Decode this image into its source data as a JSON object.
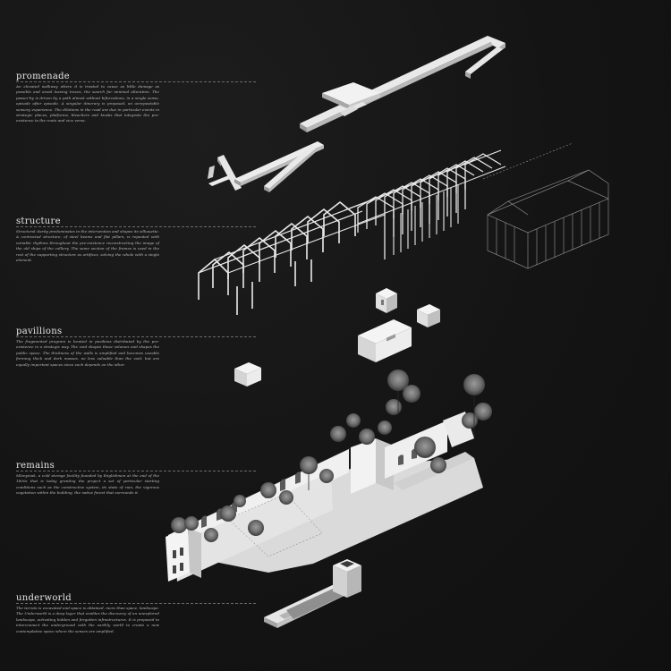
{
  "sections": [
    {
      "id": "promenade",
      "title": "promenade",
      "text": "An elevated walkway where it is treated to cause as little damage as possible and avoid leaving traces, the search for minimal alteration. The passer-by is driven by a path almost without bifurcations, in a single sense, episode after episode. A singular itinerary is proposed, an unrepeatable sensory experience. The dilations in the road are due in particular events in strategic places, platforms, bleachers and kiosks that integrate the pre-existence to the route and vice versa."
    },
    {
      "id": "structure",
      "title": "structure",
      "text": "Structural clarity predominates in the intervention and shapes its silhouette. A contracted structure, of steel beams and flat pillars, is repeated with variable rhythms throughout the pre-existence reconstructing the image of the old ships of the colliery. The same section of the frames is used in the rest of the supporting structure as artifices, solving the whole with a single element."
    },
    {
      "id": "pavillions",
      "title": "pavillions",
      "text": "The fragmented program is located in pavilions distributed by the pre-existence in a strategic way. The void shapes these volumes and shapes the public space. The thickness of the walls is amplified and becomes useable forming thick and dark masses, no less valuable than the void, but are equally important spaces since each depends on the other."
    },
    {
      "id": "remains",
      "title": "remains",
      "text": "Mlonyniak, a cold storage facility founded by Englishmen at the end of the 1800s that is today granting the project a set of particular starting conditions such as the constructive system, its state of ruin, the vigorous vegetation within the building, the native forest that surrounds it."
    },
    {
      "id": "underworld",
      "title": "underworld",
      "text": "The terrain is excavated and space is obtained, more than space, landscape. The Underworld is a deep layer that enables the discovery of an unexplored landscape, activating hidden and forgotten infrastructures. It is proposed to interconnect the underground with the earthly world to create a new contemplative space where the senses are amplified."
    }
  ],
  "colors": {
    "background": "#141414",
    "model_light": "#f2f2f2",
    "model_mid": "#cfcfcf",
    "model_dark": "#8c8c8c",
    "guide_line": "#6a6a6a"
  }
}
